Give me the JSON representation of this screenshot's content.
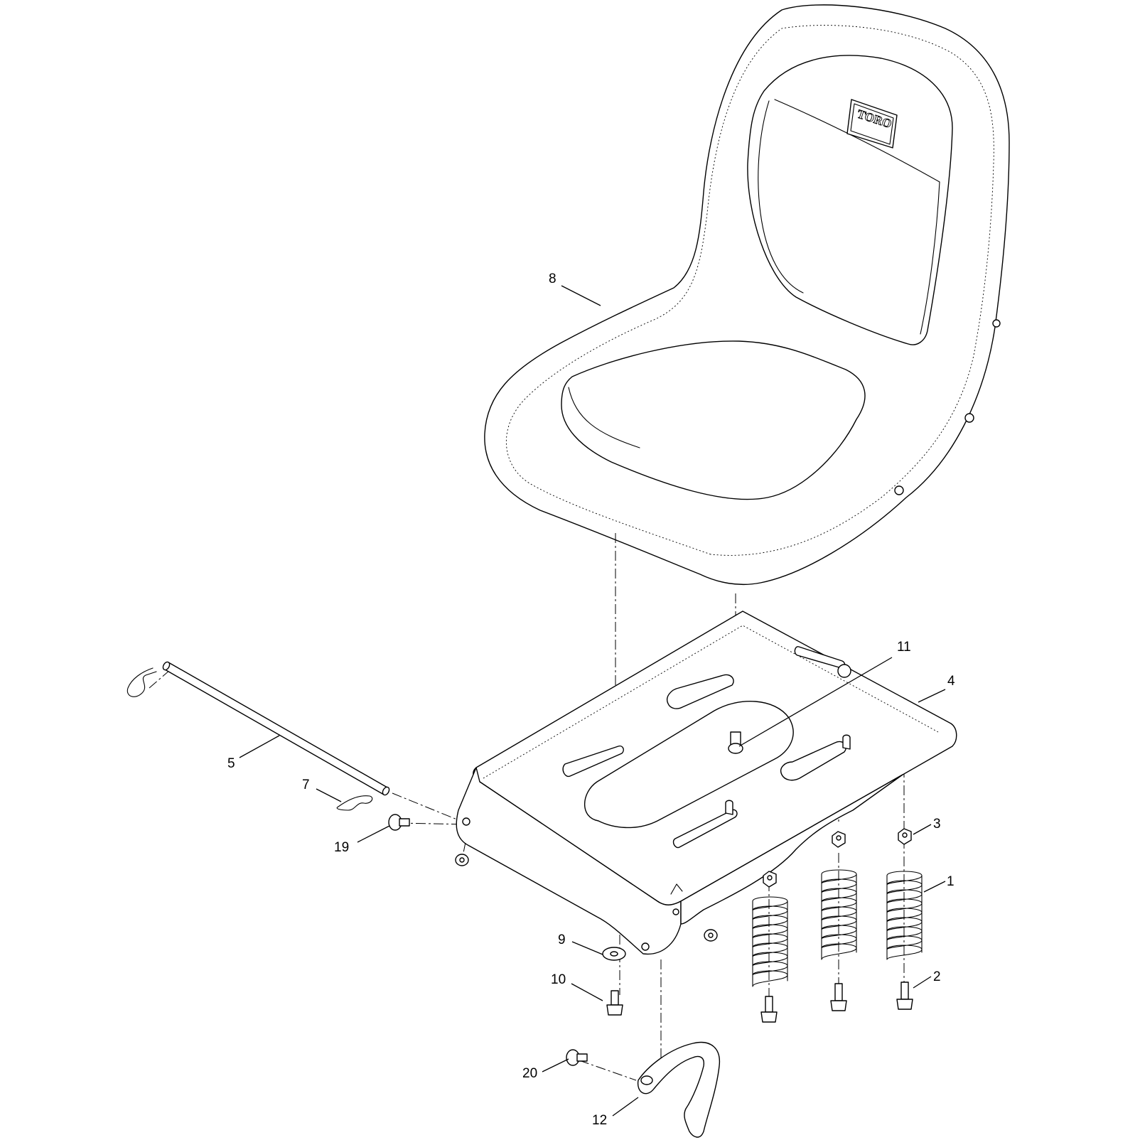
{
  "logo": {
    "text": "TORO"
  },
  "callouts": [
    {
      "id": "1",
      "label": "1"
    },
    {
      "id": "2",
      "label": "2"
    },
    {
      "id": "3",
      "label": "3"
    },
    {
      "id": "4",
      "label": "4"
    },
    {
      "id": "5",
      "label": "5"
    },
    {
      "id": "7",
      "label": "7"
    },
    {
      "id": "8",
      "label": "8"
    },
    {
      "id": "9",
      "label": "9"
    },
    {
      "id": "10",
      "label": "10"
    },
    {
      "id": "11",
      "label": "11"
    },
    {
      "id": "12",
      "label": "12"
    },
    {
      "id": "19",
      "label": "19"
    },
    {
      "id": "20",
      "label": "20"
    }
  ]
}
